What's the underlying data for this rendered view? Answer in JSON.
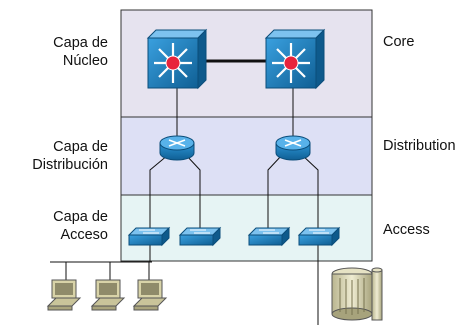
{
  "layers": [
    {
      "id": "core",
      "label_es": [
        "Capa de",
        "Núcleo"
      ],
      "label_en": "Core",
      "band_color": "#e6e3ef"
    },
    {
      "id": "distribution",
      "label_es": [
        "Capa de",
        "Distribución"
      ],
      "label_en": "Distribution",
      "band_color": "#dde0f5"
    },
    {
      "id": "access",
      "label_es": [
        "Capa de",
        "Acceso"
      ],
      "label_en": "Access",
      "band_color": "#e6f4f4"
    }
  ],
  "devices": {
    "core_switches": [
      "multilayer-switch-icon",
      "multilayer-switch-icon"
    ],
    "routers": [
      "router-icon",
      "router-icon"
    ],
    "access_switches": [
      "workgroup-switch-icon",
      "workgroup-switch-icon",
      "workgroup-switch-icon",
      "workgroup-switch-icon"
    ],
    "end_hosts": [
      "workstation-icon",
      "workstation-icon",
      "workstation-icon"
    ],
    "server": "server-icon"
  },
  "colors": {
    "device_blue": "#1f7fc0",
    "device_dark": "#0e5a8c",
    "core_center": "#e8243c",
    "border": "#333333"
  }
}
